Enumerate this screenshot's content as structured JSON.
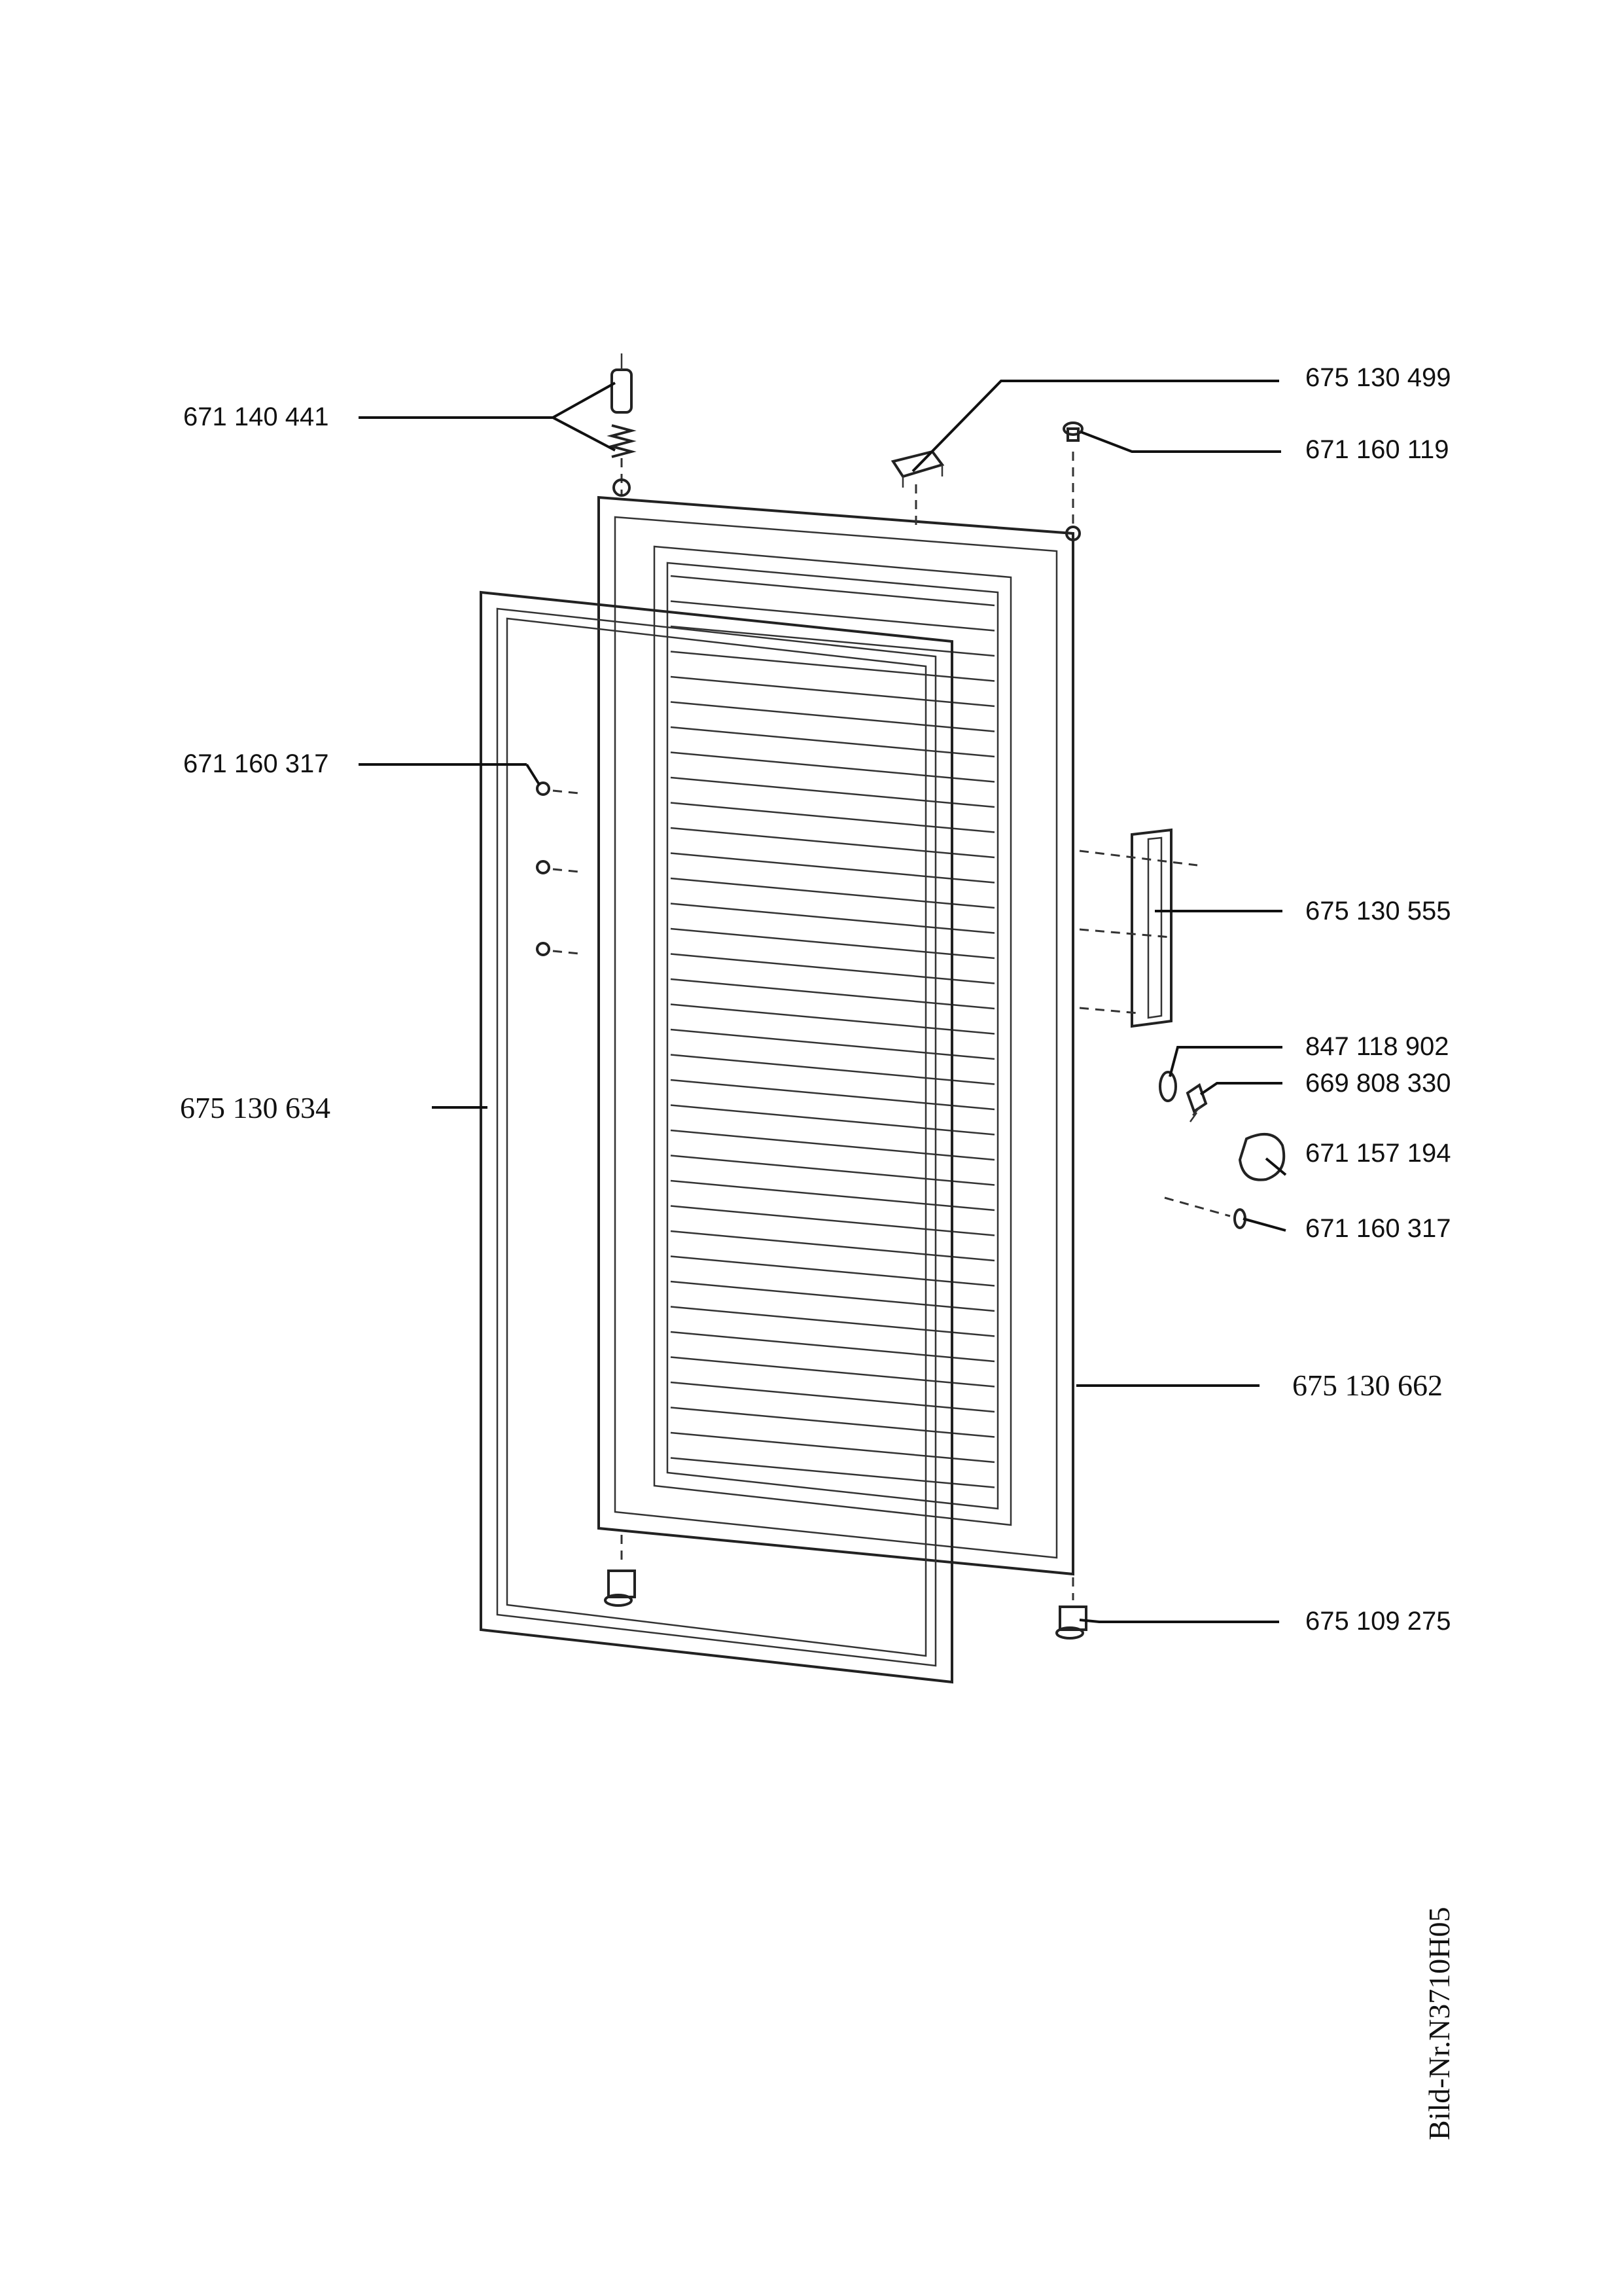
{
  "diagram": {
    "part_numbers": {
      "hinge_pin_top": "671 140 441",
      "hinge_bracket_top": "675 130 499",
      "cap_top_right": "671 160 119",
      "screws_left": "671 160 317",
      "handle": "675 130 555",
      "washer": "847 118 902",
      "screw_handle": "669 808 330",
      "cover_cap": "671 157 194",
      "screw_right": "671 160 317",
      "gasket": "675 130 634",
      "door_panel": "675 130 662",
      "hinge_bottom": "675 109 275"
    },
    "image_reference": "Bild-Nr.N3710H05"
  }
}
